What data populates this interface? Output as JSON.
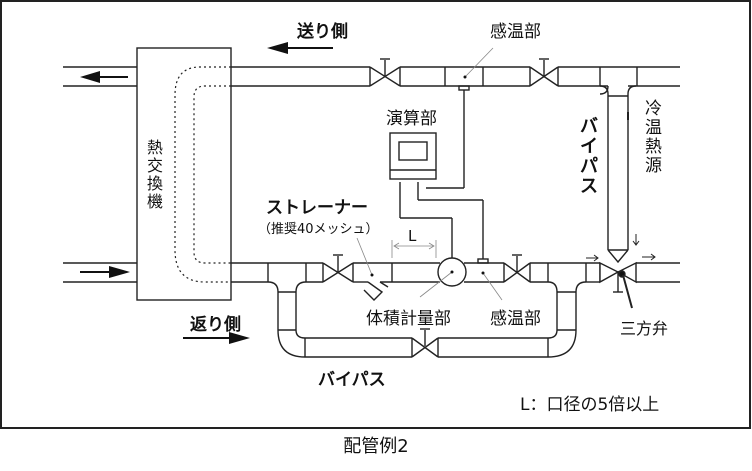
{
  "caption": "配管例2",
  "labels": {
    "supply_side": "送り側",
    "return_side": "返り側",
    "heat_exchanger": [
      "熱",
      "交",
      "換",
      "機"
    ],
    "temp_sensor_top": "感温部",
    "temp_sensor_bottom": "感温部",
    "calculator": "演算部",
    "strainer": "ストレーナー",
    "strainer_note": "（推奨40メッシュ）",
    "length_mark": "L",
    "bypass_vertical": [
      "バ",
      "イ",
      "パ",
      "ス"
    ],
    "heat_source": [
      "冷",
      "温",
      "熱",
      "源"
    ],
    "flow_meter": "体積計量部",
    "three_way_valve": "三方弁",
    "bypass_bottom": "バイパス",
    "note": "L：口径の5倍以上"
  },
  "colors": {
    "line": "#222222",
    "light": "#999999",
    "background": "#ffffff"
  }
}
